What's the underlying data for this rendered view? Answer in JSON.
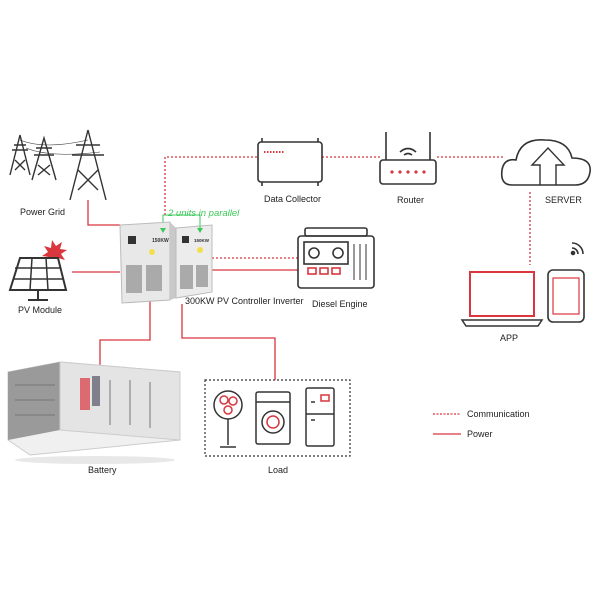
{
  "labels": {
    "power_grid": "Power Grid",
    "pv_module": "PV Module",
    "inverter": "300KW PV Controller Inverter",
    "data_collector": "Data Collector",
    "router": "Router",
    "server": "SERVER",
    "diesel": "Diesel Engine",
    "app": "APP",
    "battery": "Battery",
    "load": "Load",
    "parallel_note": "2 units in parallel",
    "cabinet_rating": "150KW"
  },
  "legend": [
    {
      "label": "Communication",
      "style": "dotted"
    },
    {
      "label": "Power",
      "style": "solid"
    }
  ],
  "colors": {
    "line": "#d9363e",
    "note": "#3cc85a",
    "icon": "#d9363e"
  }
}
